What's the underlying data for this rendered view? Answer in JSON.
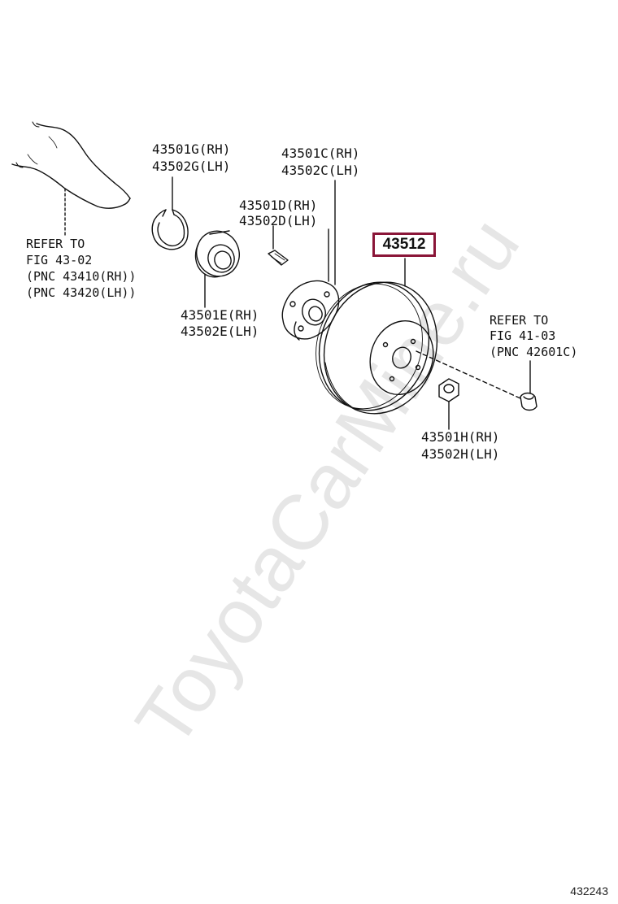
{
  "watermark": "ToyotaCarMine.ru",
  "figure_number": "432243",
  "highlighted_part": "43512",
  "reference_left": {
    "line1": "REFER TO",
    "line2": "FIG 43-02",
    "line3": "(PNC 43410(RH))",
    "line4": "(PNC 43420(LH))"
  },
  "reference_right": {
    "line1": "REFER TO",
    "line2": "FIG 41-03",
    "line3": "(PNC 42601C)"
  },
  "parts": {
    "snap_ring": {
      "rh": "43501G(RH)",
      "lh": "43502G(LH)"
    },
    "hub_assembly": {
      "rh": "43501C(RH)",
      "lh": "43502C(LH)"
    },
    "hub_bolt": {
      "rh": "43501D(RH)",
      "lh": "43502D(LH)"
    },
    "bearing": {
      "rh": "43501E(RH)",
      "lh": "43502E(LH)"
    },
    "hub_nut": {
      "rh": "43501H(RH)",
      "lh": "43502H(LH)"
    }
  }
}
